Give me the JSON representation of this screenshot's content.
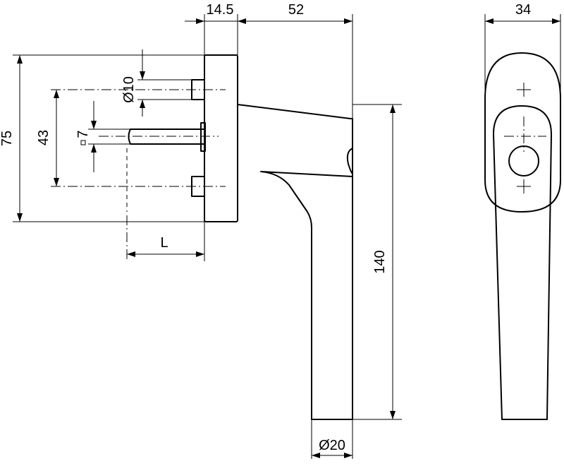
{
  "dimensions": {
    "rose_thickness": "14.5",
    "handle_offset": "52",
    "front_width": "34",
    "rose_height": "75",
    "screw_spacing": "43",
    "spindle_square": "7",
    "screw_diameter": "Ø10",
    "spindle_length": "L",
    "handle_length": "140",
    "grip_diameter": "Ø20"
  }
}
